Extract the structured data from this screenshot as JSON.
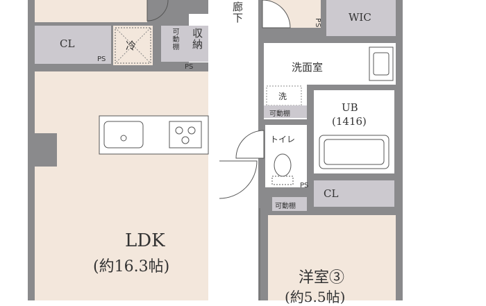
{
  "colors": {
    "wall": "#8a8a8c",
    "room_floor": "#f3e7dc",
    "storage": "#ccc9cf",
    "corridor": "#ffffff",
    "fixture_stroke": "#555555",
    "text": "#333333"
  },
  "rooms": {
    "ldk": {
      "name": "LDK",
      "size": "(約16.3帖)"
    },
    "western3": {
      "name": "洋室③",
      "size": "(約5.5帖)"
    },
    "wash": {
      "name": "洗面室"
    },
    "toilet": {
      "name": "トイレ"
    },
    "bath": {
      "name": "UB",
      "size": "(1416)"
    },
    "corridor": {
      "name": "廊下"
    }
  },
  "storage": {
    "cl_left": "CL",
    "cl_right": "CL",
    "wic": "WIC",
    "shuno": "収納",
    "kadodana_1": "可動棚",
    "kadodana_2": "可動棚",
    "kadodana_3": "可動棚"
  },
  "fixtures": {
    "fridge": "冷",
    "washer": "洗"
  },
  "ps": {
    "ps1": "PS",
    "ps2": "PS",
    "ps3": "PS",
    "ps4": "PS"
  }
}
